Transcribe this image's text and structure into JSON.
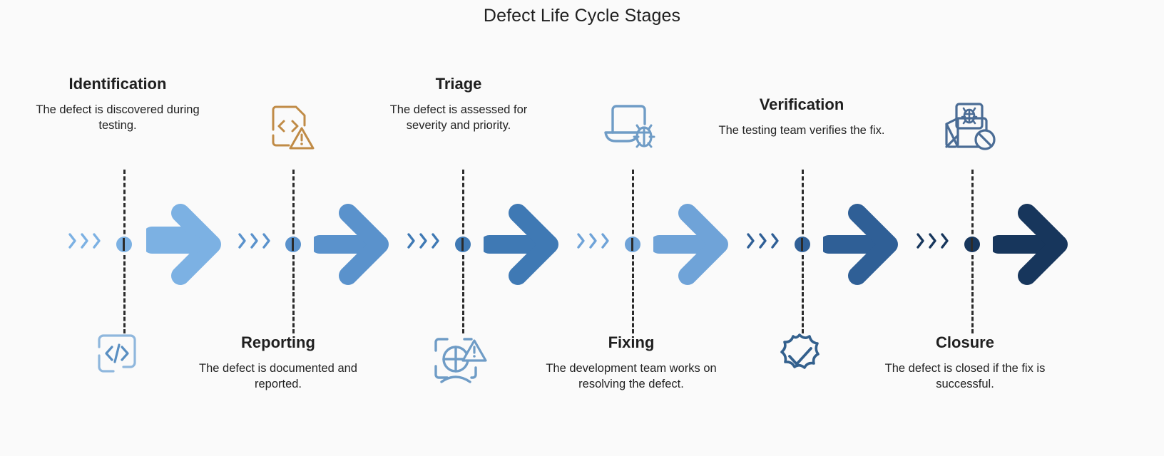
{
  "title": "Defect Life Cycle Stages",
  "background": "#fafafa",
  "colors": {
    "title_text": "#1f1f1f",
    "body_text": "#222222",
    "dash": "#2b2b2b",
    "arrow_1": "#7cb1e3",
    "arrow_2": "#5a92cc",
    "arrow_3": "#3f79b4",
    "arrow_4": "#6fa3d8",
    "arrow_5": "#2f5f96",
    "arrow_6": "#17365c",
    "icon_orange": "#c08b46",
    "icon_blue_light": "#8fb7dd",
    "icon_blue_mid": "#6f9cc6",
    "icon_blue_dark": "#3d6punct"
  },
  "chart_data": {
    "type": "timeline",
    "title": "Defect Life Cycle Stages",
    "stage_count": 6,
    "stages": [
      {
        "index": 1,
        "label": "Identification",
        "description": "The defect is discovered during testing.",
        "label_position": "above",
        "icon": "code-brackets-icon",
        "icon_position": "below",
        "arrow_color": "#7cb1e3"
      },
      {
        "index": 2,
        "label": "Reporting",
        "description": "The defect is documented and reported.",
        "label_position": "below",
        "icon": "document-code-warning-icon",
        "icon_position": "above",
        "arrow_color": "#5a92cc"
      },
      {
        "index": 3,
        "label": "Triage",
        "description": "The defect is assessed for severity and priority.",
        "label_position": "above",
        "icon": "scan-target-warning-icon",
        "icon_position": "below",
        "arrow_color": "#3f79b4"
      },
      {
        "index": 4,
        "label": "Fixing",
        "description": "The development team works on resolving the defect.",
        "label_position": "below",
        "icon": "laptop-bug-icon",
        "icon_position": "above",
        "arrow_color": "#6fa3d8"
      },
      {
        "index": 5,
        "label": "Verification",
        "description": "The testing team verifies the fix.",
        "label_position": "above",
        "icon": "badge-check-icon",
        "icon_position": "below",
        "arrow_color": "#2f5f96"
      },
      {
        "index": 6,
        "label": "Closure",
        "description": "The defect is closed if the fix is successful.",
        "label_position": "below",
        "icon": "envelope-bug-blocked-icon",
        "icon_position": "above",
        "arrow_color": "#17365c"
      }
    ]
  }
}
